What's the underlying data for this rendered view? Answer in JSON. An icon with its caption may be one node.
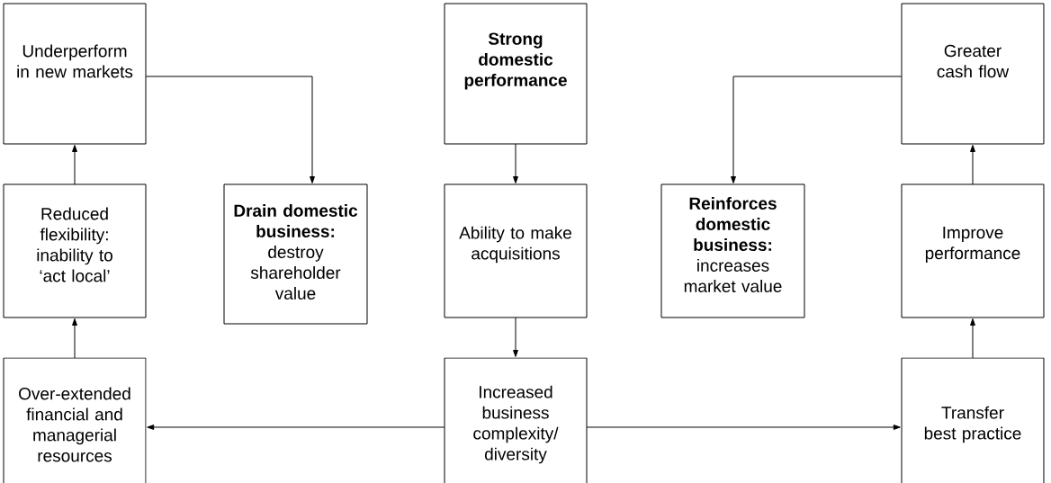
{
  "diagram": {
    "nodes": [
      {
        "text": [
          "Underperform in new markets"
        ]
      },
      {
        "text": [
          "Strong domestic performance"
        ]
      },
      {
        "text": [
          "Greater cash flow"
        ]
      },
      {
        "text": [
          "Reduced flexibility: inability to ‘act local’"
        ]
      },
      {
        "text": [
          "Drain domestic business:",
          "destroy shareholder value"
        ]
      },
      {
        "text": [
          "Ability to make acquisitions"
        ]
      },
      {
        "text": [
          "Reinforces domestic business:",
          "increases market value"
        ]
      },
      {
        "text": [
          "Improve performance"
        ]
      },
      {
        "text": [
          "Over-extended financial and managerial resources"
        ]
      },
      {
        "text": [
          "Increased business complexity/ diversity"
        ]
      },
      {
        "text": [
          "Transfer best practice"
        ]
      }
    ],
    "edges": [
      {
        "from": 0,
        "to": 4,
        "arrow": "to"
      },
      {
        "from": 1,
        "to": 5,
        "arrow": "to"
      },
      {
        "from": 5,
        "to": 9,
        "arrow": "to"
      },
      {
        "from": 9,
        "to": 8,
        "arrow": "to"
      },
      {
        "from": 9,
        "to": 10,
        "arrow": "to"
      },
      {
        "from": 8,
        "to": 3,
        "arrow": "to"
      },
      {
        "from": 3,
        "to": 0,
        "arrow": "to"
      },
      {
        "from": 10,
        "to": 7,
        "arrow": "to"
      },
      {
        "from": 7,
        "to": 2,
        "arrow": "to"
      },
      {
        "from": 2,
        "to": 6,
        "arrow": "to"
      }
    ]
  }
}
